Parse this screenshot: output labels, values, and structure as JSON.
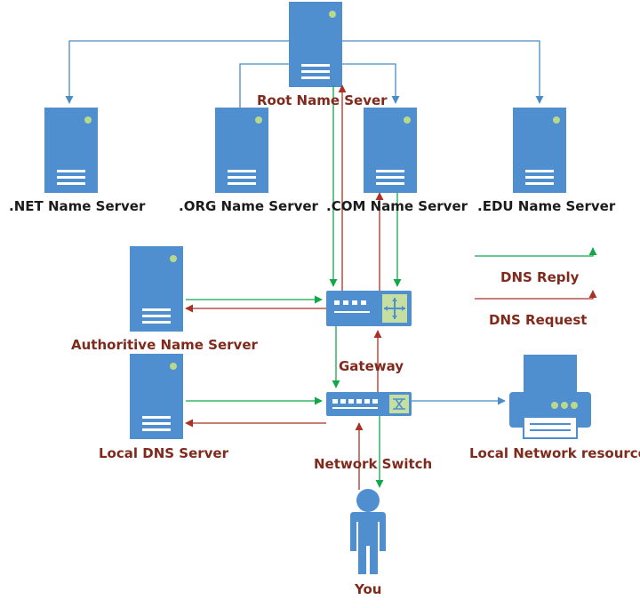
{
  "labels": {
    "root": "Root Name Sever",
    "net": ".NET Name Server",
    "org": ".ORG Name Server",
    "com": ".COM Name Server",
    "edu": ".EDU Name Server",
    "authoritative": "Authoritive Name Server",
    "gateway": "Gateway",
    "local_dns": "Local DNS Server",
    "switch": "Network Switch",
    "local_resource": "Local Network resource",
    "you": "You"
  },
  "legend": {
    "reply": "DNS Reply",
    "request": "DNS Request"
  },
  "colors": {
    "server_blue": "#4f8fd0",
    "tree_line": "#4a8cc7",
    "reply_green": "#12a84a",
    "request_red": "#a93226",
    "label_brown": "#7f2a1c"
  },
  "icons": {
    "servers": "server-tower-icon",
    "gateway": "router-icon",
    "switch": "network-switch-icon",
    "printer": "printer-icon",
    "user": "person-icon"
  }
}
